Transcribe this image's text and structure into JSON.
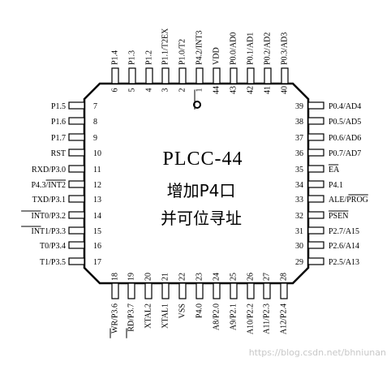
{
  "chip": {
    "title": "PLCC-44",
    "subtitle_line1": "增加P4口",
    "subtitle_line2": "并可位寻址"
  },
  "pins": {
    "top": [
      {
        "num": "6",
        "name": "P1.4"
      },
      {
        "num": "5",
        "name": "P1.3"
      },
      {
        "num": "4",
        "name": "P1.2"
      },
      {
        "num": "3",
        "name": "P1.1/T2EX"
      },
      {
        "num": "2",
        "name": "P1.0/T2"
      },
      {
        "num": "1",
        "name": "P4.2/INT3"
      },
      {
        "num": "44",
        "name": "VDD"
      },
      {
        "num": "43",
        "name": "P0.0/AD0"
      },
      {
        "num": "42",
        "name": "P0.1/AD1"
      },
      {
        "num": "41",
        "name": "P0.2/AD2"
      },
      {
        "num": "40",
        "name": "P0.3/AD3"
      }
    ],
    "left": [
      {
        "num": "7",
        "name": "P1.5"
      },
      {
        "num": "8",
        "name": "P1.6"
      },
      {
        "num": "9",
        "name": "P1.7"
      },
      {
        "num": "10",
        "name": "RST"
      },
      {
        "num": "11",
        "name": "RXD/P3.0"
      },
      {
        "num": "12",
        "name": "P4.3/INT2"
      },
      {
        "num": "13",
        "name": "TXD/P3.1"
      },
      {
        "num": "14",
        "name": "INT0/P3.2"
      },
      {
        "num": "15",
        "name": "INT1/P3.3"
      },
      {
        "num": "16",
        "name": "T0/P3.4"
      },
      {
        "num": "17",
        "name": "T1/P3.5"
      }
    ],
    "right": [
      {
        "num": "39",
        "name": "P0.4/AD4"
      },
      {
        "num": "38",
        "name": "P0.5/AD5"
      },
      {
        "num": "37",
        "name": "P0.6/AD6"
      },
      {
        "num": "36",
        "name": "P0.7/AD7"
      },
      {
        "num": "35",
        "name": "EA"
      },
      {
        "num": "34",
        "name": "P4.1"
      },
      {
        "num": "33",
        "name": "ALE/PROG"
      },
      {
        "num": "32",
        "name": "PSEN"
      },
      {
        "num": "31",
        "name": "P2.7/A15"
      },
      {
        "num": "30",
        "name": "P2.6/A14"
      },
      {
        "num": "29",
        "name": "P2.5/A13"
      }
    ],
    "bottom": [
      {
        "num": "18",
        "name": "WR/P3.6"
      },
      {
        "num": "19",
        "name": "RD/P3.7"
      },
      {
        "num": "20",
        "name": "XTAL2"
      },
      {
        "num": "21",
        "name": "XTAL1"
      },
      {
        "num": "22",
        "name": "VSS"
      },
      {
        "num": "23",
        "name": "P4.0"
      },
      {
        "num": "24",
        "name": "A8/P2.0"
      },
      {
        "num": "25",
        "name": "A9/P2.1"
      },
      {
        "num": "26",
        "name": "A10/P2.2"
      },
      {
        "num": "27",
        "name": "A11/P2.3"
      },
      {
        "num": "28",
        "name": "A12/P2.4"
      }
    ]
  },
  "overlines": {
    "P4.2/INT3": "INT3",
    "P4.3/INT2": "INT2",
    "INT0/P3.2": "INT0",
    "INT1/P3.3": "INT1",
    "EA": "EA",
    "ALE/PROG": "PROG",
    "PSEN": "PSEN",
    "WR/P3.6": "WR",
    "RD/P3.7": "RD"
  },
  "watermark": "https://blog.csdn.net/bhniunan"
}
